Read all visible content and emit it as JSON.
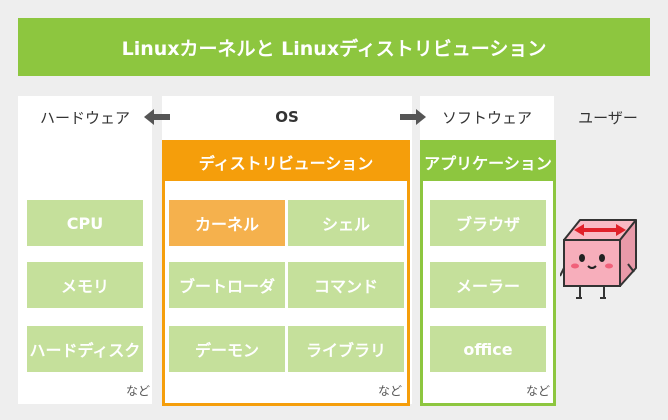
{
  "title": "Linuxカーネルと Linuxディストリビューション",
  "columns": {
    "hardware": "ハードウェア",
    "os": "OS",
    "software": "ソフトウェア",
    "user": "ユーザー"
  },
  "hardware_items": [
    "CPU",
    "メモリ",
    "ハードディスク"
  ],
  "distribution": {
    "title": "ディストリビューション",
    "items": [
      "カーネル",
      "シェル",
      "ブートローダ",
      "コマンド",
      "デーモン",
      "ライブラリ"
    ]
  },
  "applications": {
    "title": "アプリケーション",
    "items": [
      "ブラウザ",
      "メーラー",
      "office"
    ]
  },
  "etc_label": "など",
  "colors": {
    "green": "#8dc63f",
    "light_green": "#c5e09b",
    "orange": "#f59e0b",
    "light_orange": "#f5b14d",
    "background": "#eeeeee"
  }
}
